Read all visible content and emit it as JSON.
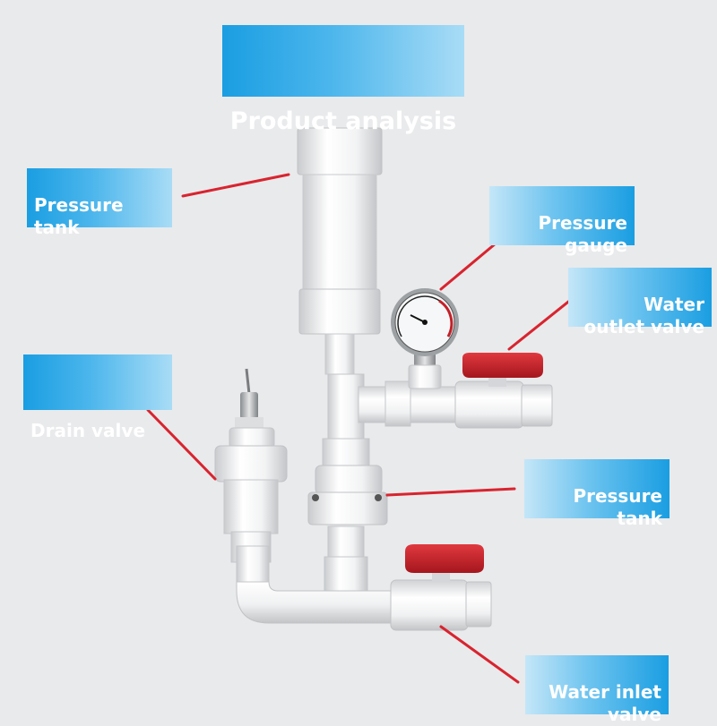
{
  "title": "Product analysis",
  "labels": {
    "pressure_tank_top": "Pressure\ntank",
    "pressure_gauge": "Pressure\ngauge",
    "water_outlet_valve": "Water\noutlet valve",
    "drain_valve": "Drain valve",
    "pressure_tank_mid": "Pressure\ntank",
    "water_inlet_valve": "Water inlet\nvalve"
  },
  "colors": {
    "background": "#e9eaec",
    "label_blue": "#1a9ee2",
    "leader_line": "#d8242f",
    "valve_handle": "#c8242c",
    "pipe_white": "#f4f5f6"
  }
}
